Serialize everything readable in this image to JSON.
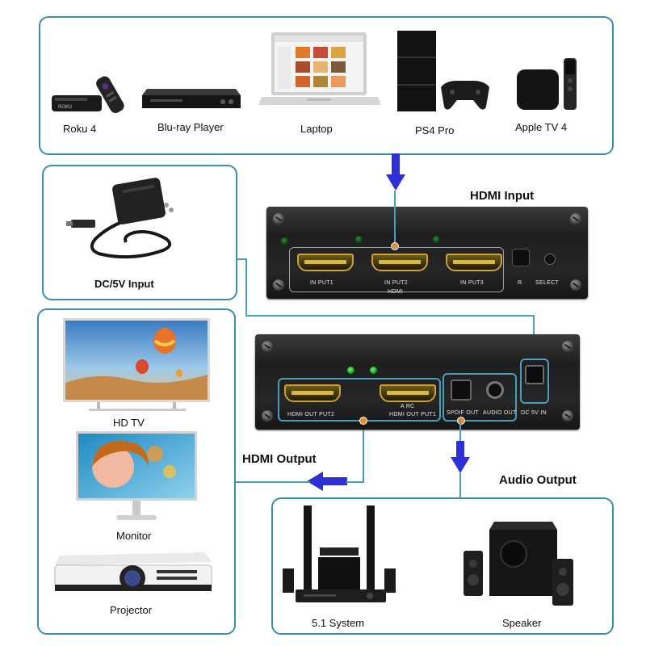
{
  "sources": [
    {
      "id": "roku",
      "label": "Roku 4",
      "icon": "roku-icon"
    },
    {
      "id": "bluray",
      "label": "Blu-ray Player",
      "icon": "bluray-player-icon"
    },
    {
      "id": "laptop",
      "label": "Laptop",
      "icon": "laptop-icon"
    },
    {
      "id": "ps4",
      "label": "PS4 Pro",
      "icon": "ps4-console-icon"
    },
    {
      "id": "appletv",
      "label": "Apple TV 4",
      "icon": "apple-tv-icon"
    }
  ],
  "power": {
    "label": "DC/5V Input",
    "icon": "power-adapter-icon"
  },
  "headings": {
    "hdmi_input": "HDMI Input",
    "hdmi_output": "HDMI Output",
    "audio_output": "Audio Output"
  },
  "input_panel": {
    "ports": [
      "IN PUT1",
      "IN PUT2",
      "IN PUT3"
    ],
    "group_label": "HDMI",
    "r_label": "R",
    "select_label": "SELECT"
  },
  "output_panel": {
    "ports": [
      "HDMI OUT PUT2",
      "HDMI OUT PUT1"
    ],
    "arc_label": "A RC",
    "spdif_label": "SPDIF  OUT",
    "audio_label": "AUDIO OUT",
    "dc_label": "DC 5V IN"
  },
  "displays": [
    {
      "id": "hdtv",
      "label": "HD TV",
      "icon": "tv-icon"
    },
    {
      "id": "monitor",
      "label": "Monitor",
      "icon": "monitor-icon"
    },
    {
      "id": "projector",
      "label": "Projector",
      "icon": "projector-icon"
    }
  ],
  "audio_devices": [
    {
      "id": "system51",
      "label": "5.1 System",
      "icon": "speaker-system-icon"
    },
    {
      "id": "speaker",
      "label": "Speaker",
      "icon": "speaker-icon"
    }
  ],
  "colors": {
    "frame": "#3a8fa8",
    "arrow": "#2f2fd6",
    "gold": "#c9a338",
    "dot": "#f28a22"
  }
}
